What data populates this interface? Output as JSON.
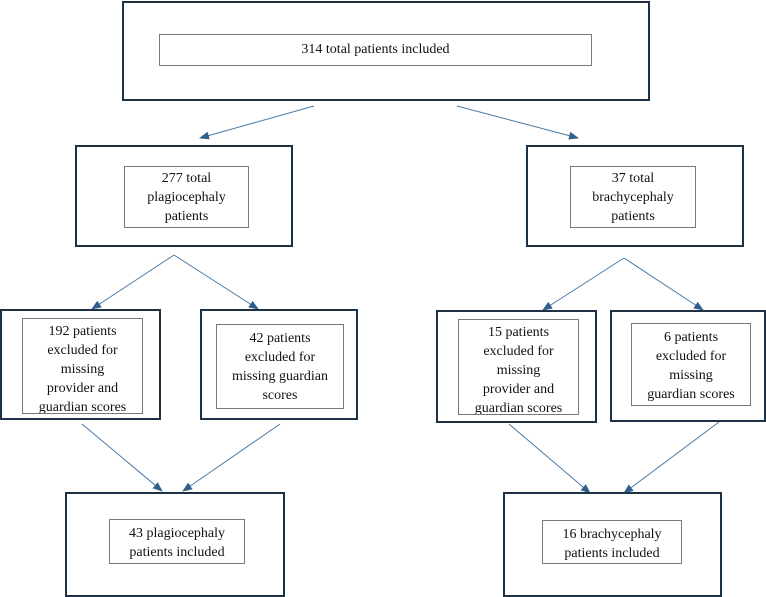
{
  "boxes": {
    "total": "314 total patients included",
    "plagio": "277 total\nplagiocephaly\npatients",
    "brachy": "37 total\nbrachycephaly\npatients",
    "plagio_excl_both": "192 patients\nexcluded for\nmissing\nprovider and\nguardian scores",
    "plagio_excl_guardian": "42 patients\nexcluded for\nmissing guardian\nscores",
    "brachy_excl_both": "15 patients\nexcluded for\nmissing\nprovider and\nguardian scores",
    "brachy_excl_guardian": "6 patients\nexcluded for\nmissing\nguardian scores",
    "plagio_included": "43 plagiocephaly\npatients included",
    "brachy_included": "16 brachycephaly\npatients included"
  },
  "colors": {
    "outer_border": "#1f3145",
    "inner_border": "#7a7a7a",
    "arrow": "#4a7aa5"
  }
}
